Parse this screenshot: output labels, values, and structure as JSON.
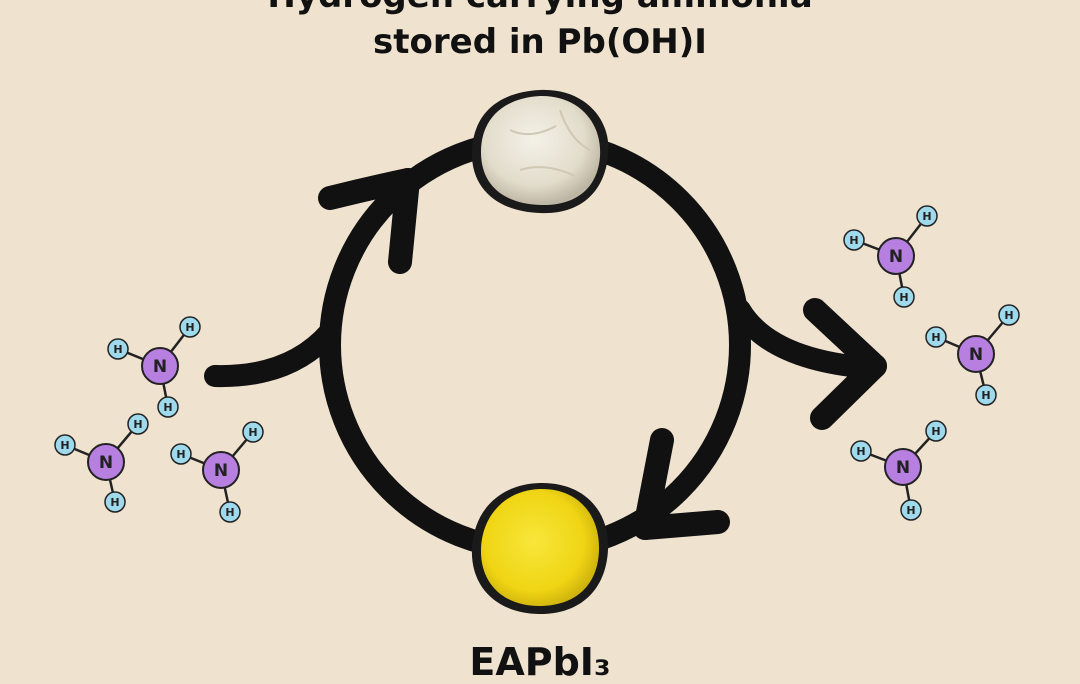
{
  "title": {
    "line1": "Hydrogen carrying ammonia",
    "line2": "stored in Pb(OH)I"
  },
  "bottom_label": "EAPbI₃",
  "atoms": {
    "nitrogen_symbol": "N",
    "hydrogen_symbol": "H"
  },
  "colors": {
    "background": "#efe3d0",
    "nitrogen": "#b77fe0",
    "hydrogen": "#9fd9ec",
    "stroke": "#111111",
    "white_powder": "#ece8dc",
    "yellow_powder": "#f2de1c"
  },
  "molecules": {
    "left_group_count": 3,
    "right_group_count": 3
  }
}
